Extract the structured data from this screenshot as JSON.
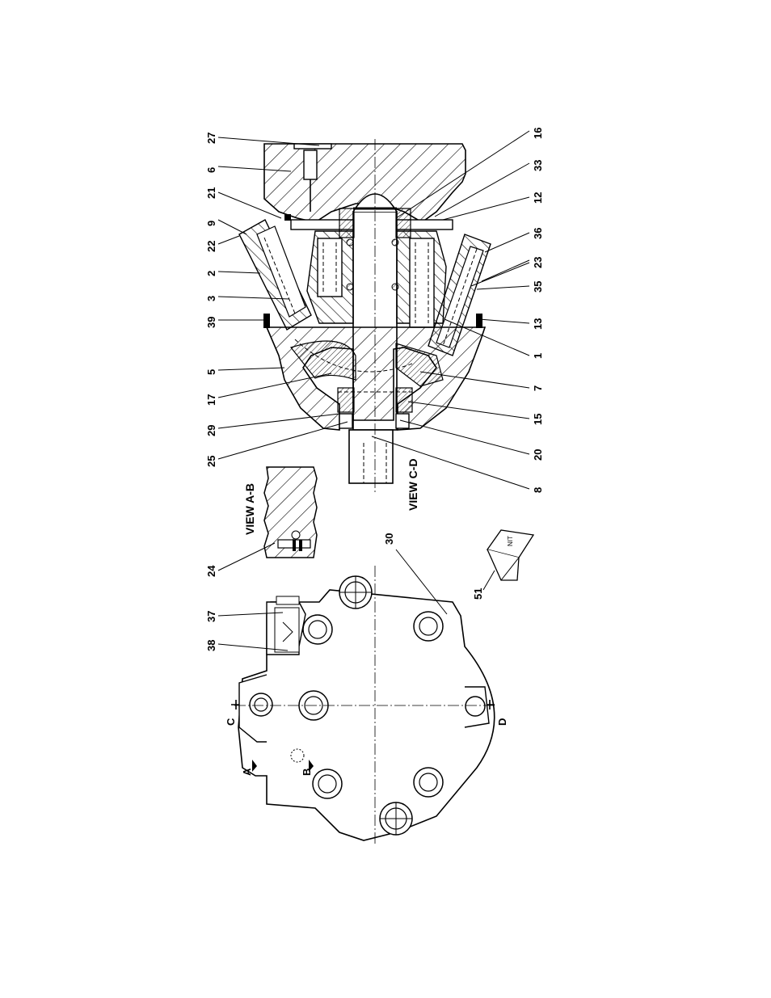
{
  "views": {
    "view_ab": "VIEW A-B",
    "view_cd": "VIEW C-D"
  },
  "section_markers": [
    "A",
    "B",
    "C",
    "D"
  ],
  "callouts": {
    "left_column": [
      "27",
      "6",
      "21",
      "9",
      "22",
      "2",
      "3",
      "39",
      "5",
      "17",
      "29",
      "25"
    ],
    "right_column": [
      "16",
      "33",
      "12",
      "36",
      "23",
      "35",
      "13",
      "1",
      "7",
      "15",
      "20",
      "8"
    ],
    "other": [
      "24",
      "37",
      "38",
      "30",
      "51"
    ]
  },
  "tag_text": "NIT"
}
